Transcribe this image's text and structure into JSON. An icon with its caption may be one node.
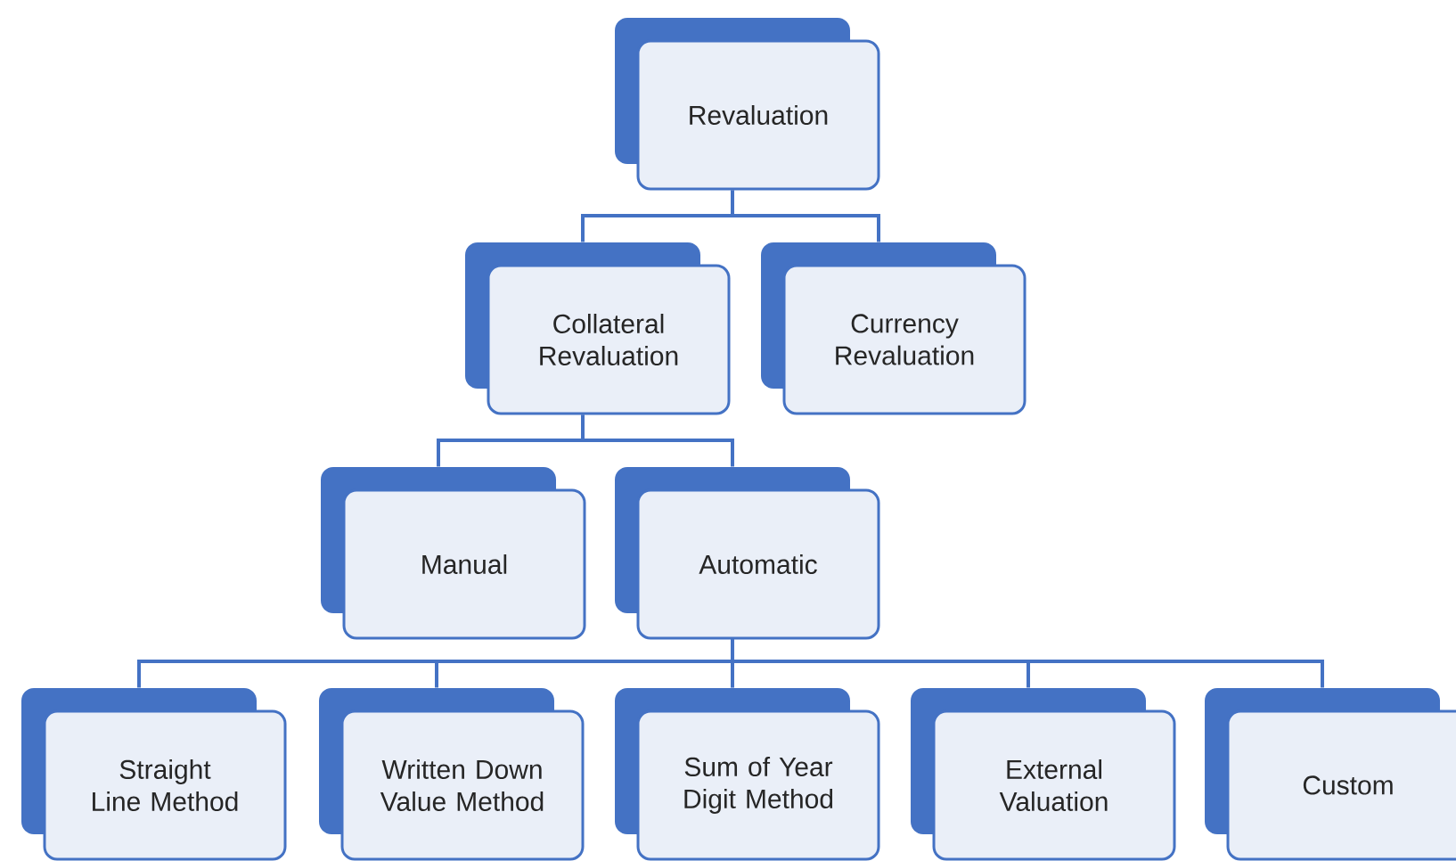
{
  "diagram": {
    "nodes": [
      {
        "text": [
          "Revaluation"
        ]
      },
      {
        "text": [
          "Collateral Revaluation"
        ]
      },
      {
        "text": [
          "Currency Revaluation"
        ]
      },
      {
        "text": [
          "Manual"
        ]
      },
      {
        "text": [
          "Automatic"
        ]
      },
      {
        "text": [
          "Straight Line Method"
        ]
      },
      {
        "text": [
          "Written Down Value Method"
        ]
      },
      {
        "text": [
          "Sum of Year Digit Method"
        ]
      },
      {
        "text": [
          "External Valuation"
        ]
      },
      {
        "text": [
          "Custom"
        ]
      }
    ],
    "edges": [
      {
        "from": 0,
        "to": 1,
        "arrow": "none"
      },
      {
        "from": 0,
        "to": 2,
        "arrow": "none"
      },
      {
        "from": 1,
        "to": 3,
        "arrow": "none"
      },
      {
        "from": 1,
        "to": 4,
        "arrow": "none"
      },
      {
        "from": 4,
        "to": 5,
        "arrow": "none"
      },
      {
        "from": 4,
        "to": 6,
        "arrow": "none"
      },
      {
        "from": 4,
        "to": 7,
        "arrow": "none"
      },
      {
        "from": 4,
        "to": 8,
        "arrow": "none"
      },
      {
        "from": 4,
        "to": 9,
        "arrow": "none"
      }
    ]
  }
}
